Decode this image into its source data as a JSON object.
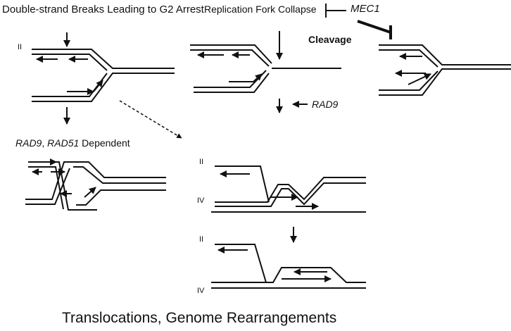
{
  "labels": {
    "dsb_title": "Double-strand Breaks Leading to G2 Arrest",
    "fork_collapse": "Replication Fork Collapse",
    "mec1": "MEC1",
    "cleavage": "Cleavage",
    "rad9": "RAD9",
    "rad9_dep": "RAD9",
    "rad9_sep": ",",
    "rad51_dep": "RAD51",
    "dependent": "Dependent",
    "chr_II_a": "II",
    "chr_II_b": "II",
    "chr_IV_b": "IV",
    "chr_II_c": "II",
    "chr_IV_c": "IV",
    "caption": "Translocations, Genome Rearrangements"
  },
  "colors": {
    "ink": "#111111",
    "background": "#ffffff"
  }
}
